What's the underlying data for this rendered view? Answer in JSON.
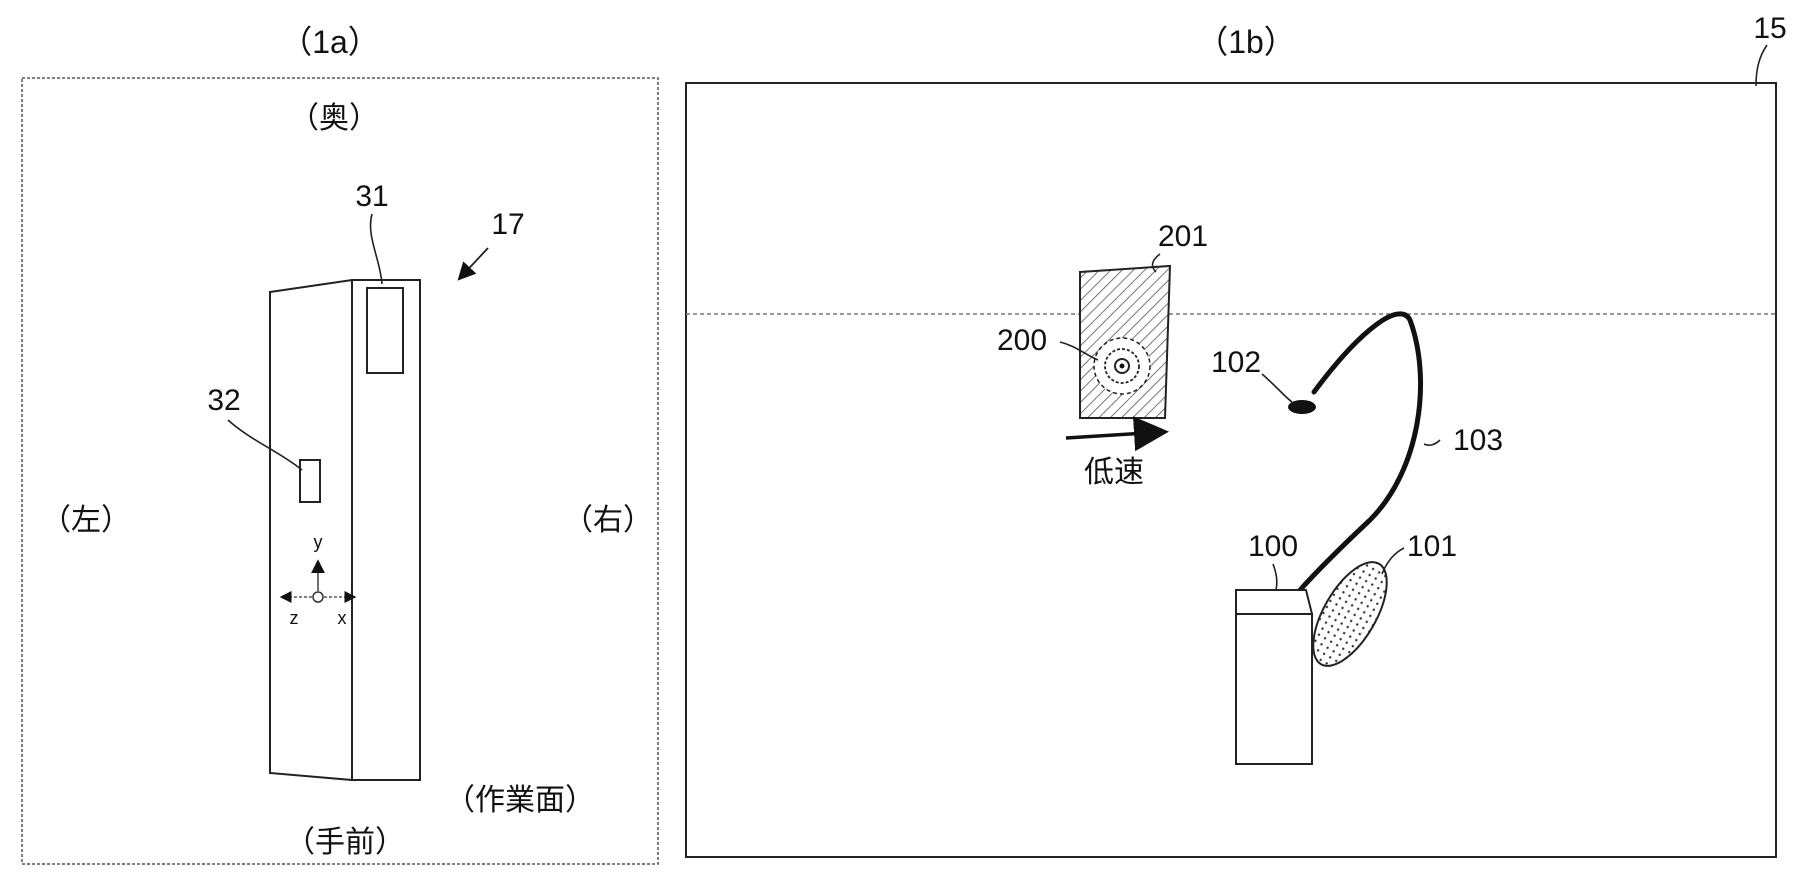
{
  "panel_a": {
    "caption": "（1a）",
    "direction": {
      "back": "（奥）",
      "front": "（手前）",
      "left": "（左）",
      "right": "（右）",
      "work_surface": "（作業面）"
    },
    "labels": {
      "ref_31": "31",
      "ref_32": "32",
      "ref_17": "17"
    },
    "axes": {
      "y": "y",
      "z": "z",
      "x": "x"
    }
  },
  "panel_b": {
    "caption": "（1b）",
    "labels": {
      "ref_15": "15",
      "ref_201": "201",
      "ref_200": "200",
      "ref_102": "102",
      "ref_103": "103",
      "ref_100": "100",
      "ref_101": "101"
    },
    "speed_label": "低速"
  }
}
